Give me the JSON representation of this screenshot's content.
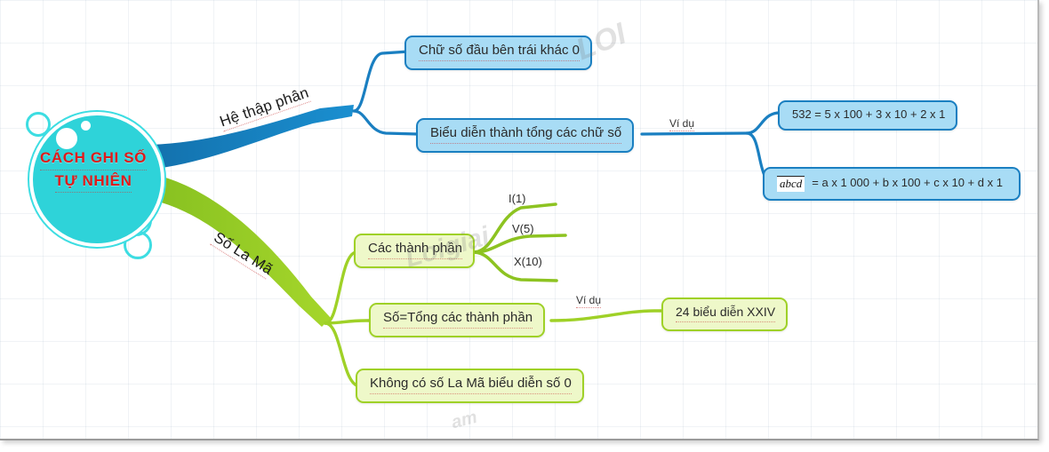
{
  "canvas": {
    "background": "#ffffff",
    "grid": true
  },
  "center": {
    "name": "central-topic",
    "line1": "CÁCH GHI SỐ",
    "line2": "TỰ NHIÊN",
    "fill": "#2ed3d9",
    "text_color": "#e01a1a"
  },
  "branches": [
    {
      "id": "he-thap-phan",
      "label": "Hệ thập phân",
      "color": "#1a8fd0",
      "node_fill": "#a8dcf5",
      "node_border": "#1a7fc1",
      "children": [
        {
          "id": "chu-so-dau",
          "label": "Chữ số đầu bên trái khác 0",
          "children": []
        },
        {
          "id": "bieu-dien-tong",
          "label": "Biểu diễn thành tổng các chữ số",
          "connector_label": "Ví dụ",
          "children": [
            {
              "id": "vd-532",
              "label": "532 = 5 x 100 + 3 x 10 + 2 x 1"
            },
            {
              "id": "vd-abcd",
              "prefix": "abcd",
              "label": "= a x 1 000 + b x 100 + c x 10 + d x 1"
            }
          ]
        }
      ]
    },
    {
      "id": "so-la-ma",
      "label": "Số La Mã",
      "color": "#9fd127",
      "node_fill": "#eef8c9",
      "node_border": "#9fd127",
      "children": [
        {
          "id": "cac-thanh-phan",
          "label": "Các thành phần",
          "children": [
            {
              "id": "roman-i",
              "label": "I(1)"
            },
            {
              "id": "roman-v",
              "label": "V(5)"
            },
            {
              "id": "roman-x",
              "label": "X(10)"
            }
          ]
        },
        {
          "id": "so-tong",
          "label": "Số=Tổng các thành phần",
          "connector_label": "Ví dụ",
          "children": [
            {
              "id": "vd-24",
              "label": "24 biểu diễn XXIV"
            }
          ]
        },
        {
          "id": "khong-co-so-0",
          "label": "Không có số La Mã biểu diễn số 0",
          "children": []
        }
      ]
    }
  ],
  "watermarks": [
    {
      "id": "wm-top",
      "text": "LOI"
    },
    {
      "id": "wm-mid",
      "text": "Loigiai"
    },
    {
      "id": "wm-bottom",
      "text": "am"
    }
  ]
}
